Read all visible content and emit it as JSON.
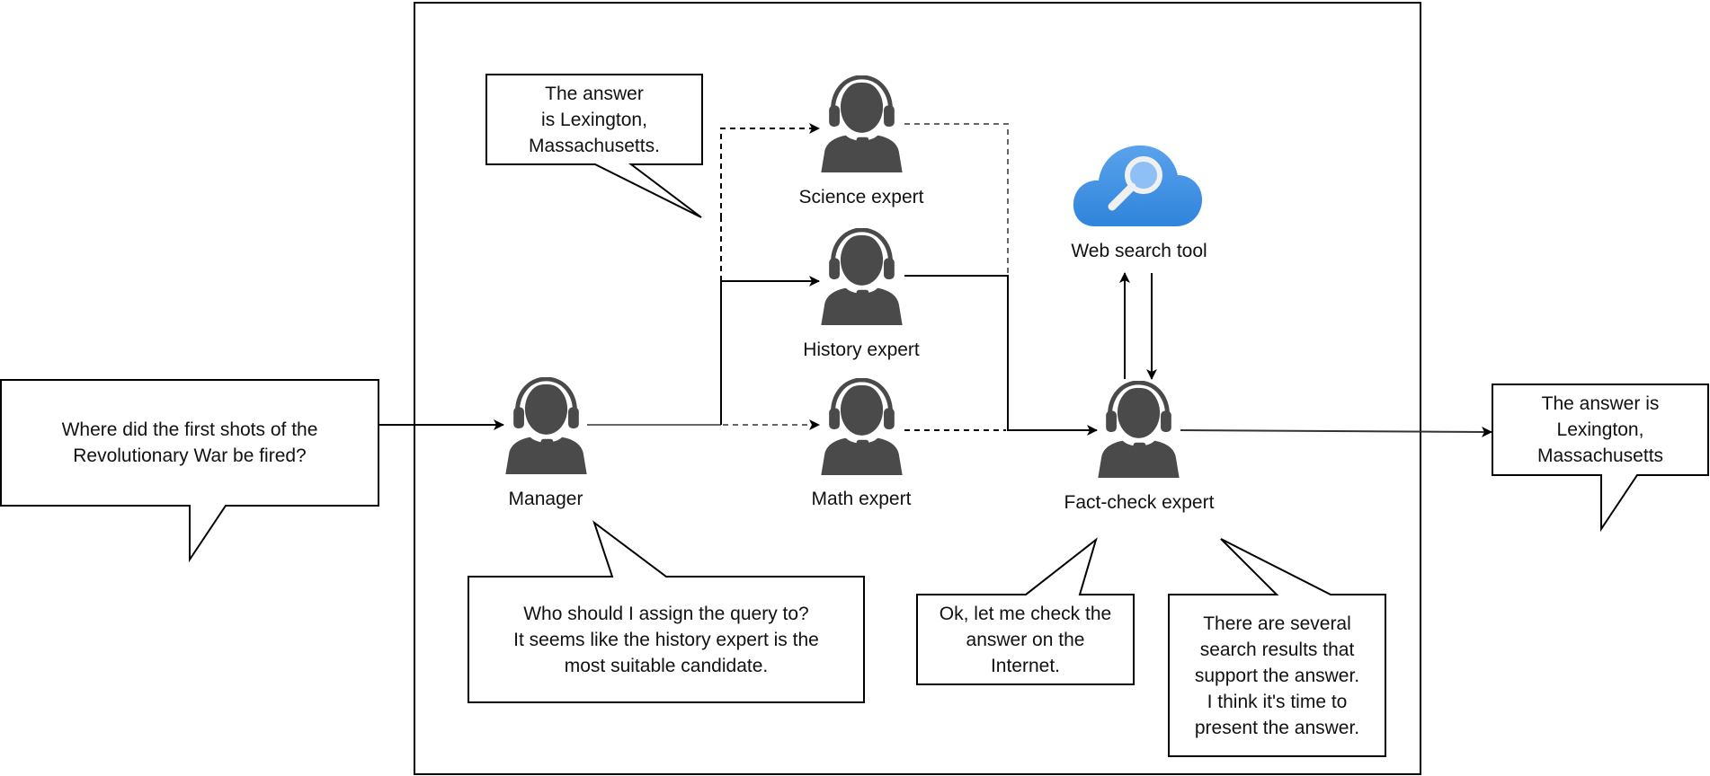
{
  "query": {
    "text": "Where did the first shots of the\nRevolutionary War be fired?"
  },
  "agents": {
    "manager": {
      "label": "Manager",
      "icon": "support-agent-icon"
    },
    "science": {
      "label": "Science expert",
      "icon": "support-agent-icon"
    },
    "history": {
      "label": "History expert",
      "icon": "support-agent-icon"
    },
    "math": {
      "label": "Math expert",
      "icon": "support-agent-icon"
    },
    "factcheck": {
      "label": "Fact-check expert",
      "icon": "support-agent-icon"
    }
  },
  "tool": {
    "label": "Web search tool",
    "icon": "cloud-search-icon",
    "color": "#3b8de0"
  },
  "bubbles": {
    "science": "The answer\nis Lexington,\nMassachusetts.",
    "manager": "Who should I assign the query to?\nIt seems like the history expert is the\nmost suitable candidate.",
    "factcheck_check": "Ok, let me check the\nanswer on the\nInternet.",
    "factcheck_result": "There are several\nsearch results that\nsupport the answer.\nI think it's time to\npresent the answer."
  },
  "answer": {
    "text": "The answer is\nLexington,\nMassachusetts"
  },
  "edges": [
    {
      "from": "query",
      "to": "manager",
      "style": "solid"
    },
    {
      "from": "manager",
      "to": "science",
      "style": "dashed"
    },
    {
      "from": "manager",
      "to": "history",
      "style": "solid"
    },
    {
      "from": "manager",
      "to": "math",
      "style": "dashed"
    },
    {
      "from": "science",
      "to": "factcheck",
      "style": "dashed"
    },
    {
      "from": "history",
      "to": "factcheck",
      "style": "solid"
    },
    {
      "from": "math",
      "to": "factcheck",
      "style": "dashed"
    },
    {
      "from": "factcheck",
      "to": "tool",
      "style": "solid"
    },
    {
      "from": "tool",
      "to": "factcheck",
      "style": "solid"
    },
    {
      "from": "factcheck",
      "to": "answer",
      "style": "solid"
    }
  ],
  "colors": {
    "icon": "#4a4a4a",
    "line": "#000000"
  }
}
